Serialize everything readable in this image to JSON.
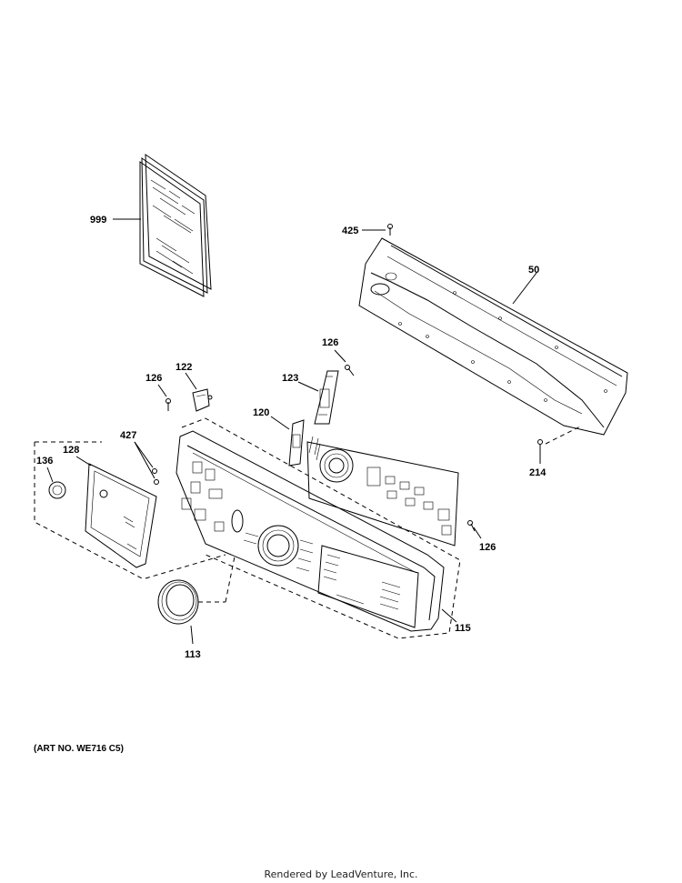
{
  "callouts": {
    "p999": "999",
    "p425": "425",
    "p50": "50",
    "p126a": "126",
    "p126b": "126",
    "p126c": "126",
    "p122": "122",
    "p123": "123",
    "p120": "120",
    "p427": "427",
    "p128": "128",
    "p136": "136",
    "p214": "214",
    "p115": "115",
    "p113": "113"
  },
  "art_number": "(ART NO. WE716 C5)",
  "footer": "Rendered by LeadVenture, Inc."
}
